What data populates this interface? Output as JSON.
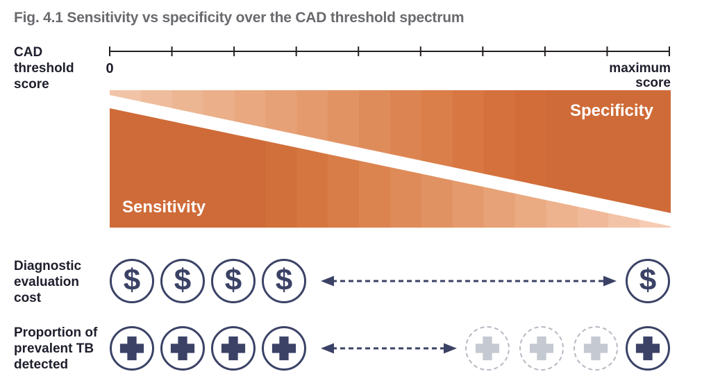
{
  "title": "Fig. 4.1 Sensitivity vs specificity over the CAD threshold spectrum",
  "colors": {
    "navy": "#3b4266",
    "orange_dark": "#cf6b38",
    "gray_fill": "#c5c9d1",
    "gray_dash": "#b5b9c2",
    "title_gray": "#696a6e",
    "text_dark": "#1e1e2c",
    "axis_black": "#231f20"
  },
  "axis": {
    "label": "CAD\nthreshold\nscore",
    "min_label": "0",
    "max_label": "maximum\nscore",
    "tick_count": 10
  },
  "chart": {
    "specificity_label": "Specificity",
    "sensitivity_label": "Sensitivity",
    "specificity_ramp": [
      "#f1c4a7",
      "#efbd9d",
      "#edb693",
      "#ebaf89",
      "#e9a880",
      "#e6a176",
      "#e49a6d",
      "#e29364",
      "#df8c5b",
      "#dd8552",
      "#da7e4a",
      "#d87742",
      "#d5713c",
      "#d26d39",
      "#cf6b38",
      "#cf6b38",
      "#cf6b38",
      "#cf6b38"
    ],
    "sensitivity_ramp": [
      "#cf6b38",
      "#cf6b38",
      "#cf6b38",
      "#cf6b38",
      "#cf6b38",
      "#d2703c",
      "#d57641",
      "#d87d48",
      "#db8450",
      "#de8b59",
      "#e19262",
      "#e49a6c",
      "#e7a277",
      "#eaaa82",
      "#edb28e",
      "#f0ba9a",
      "#f3c3a7",
      "#f6ccb4"
    ]
  },
  "dollar_glyph": "$",
  "rows": [
    {
      "label": "Diagnostic\nevaluation\ncost",
      "icon": "dollar",
      "left_count": 4,
      "right_faded_count": 0,
      "right_solid_count": 1
    },
    {
      "label": "Proportion of\nprevalent TB\ndetected",
      "icon": "cross",
      "left_count": 4,
      "right_faded_count": 3,
      "right_solid_count": 1
    }
  ]
}
